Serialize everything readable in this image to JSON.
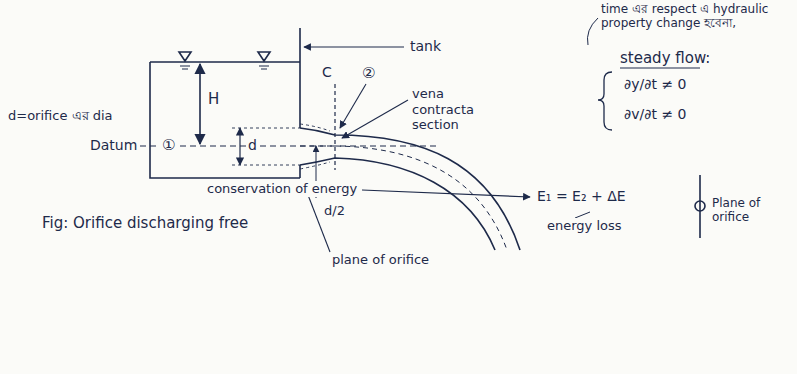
{
  "diagram": {
    "caption": "Fig: Orifice discharging free",
    "labels": [
      "time এর respect এ hydraulic property change হবেনা,",
      "steady flow:",
      "∂y/∂t ≠ 0",
      "∂v/∂t ≠ 0",
      "H",
      "tank",
      "C",
      "②",
      "d=orifice এর dia",
      "Datum",
      "①",
      "d",
      "vena contracta section",
      "conservation of energy",
      "d/2",
      "E₁ = E₂ + ΔE",
      "energy loss",
      "Plane of orifice",
      "plane of orifice"
    ]
  }
}
